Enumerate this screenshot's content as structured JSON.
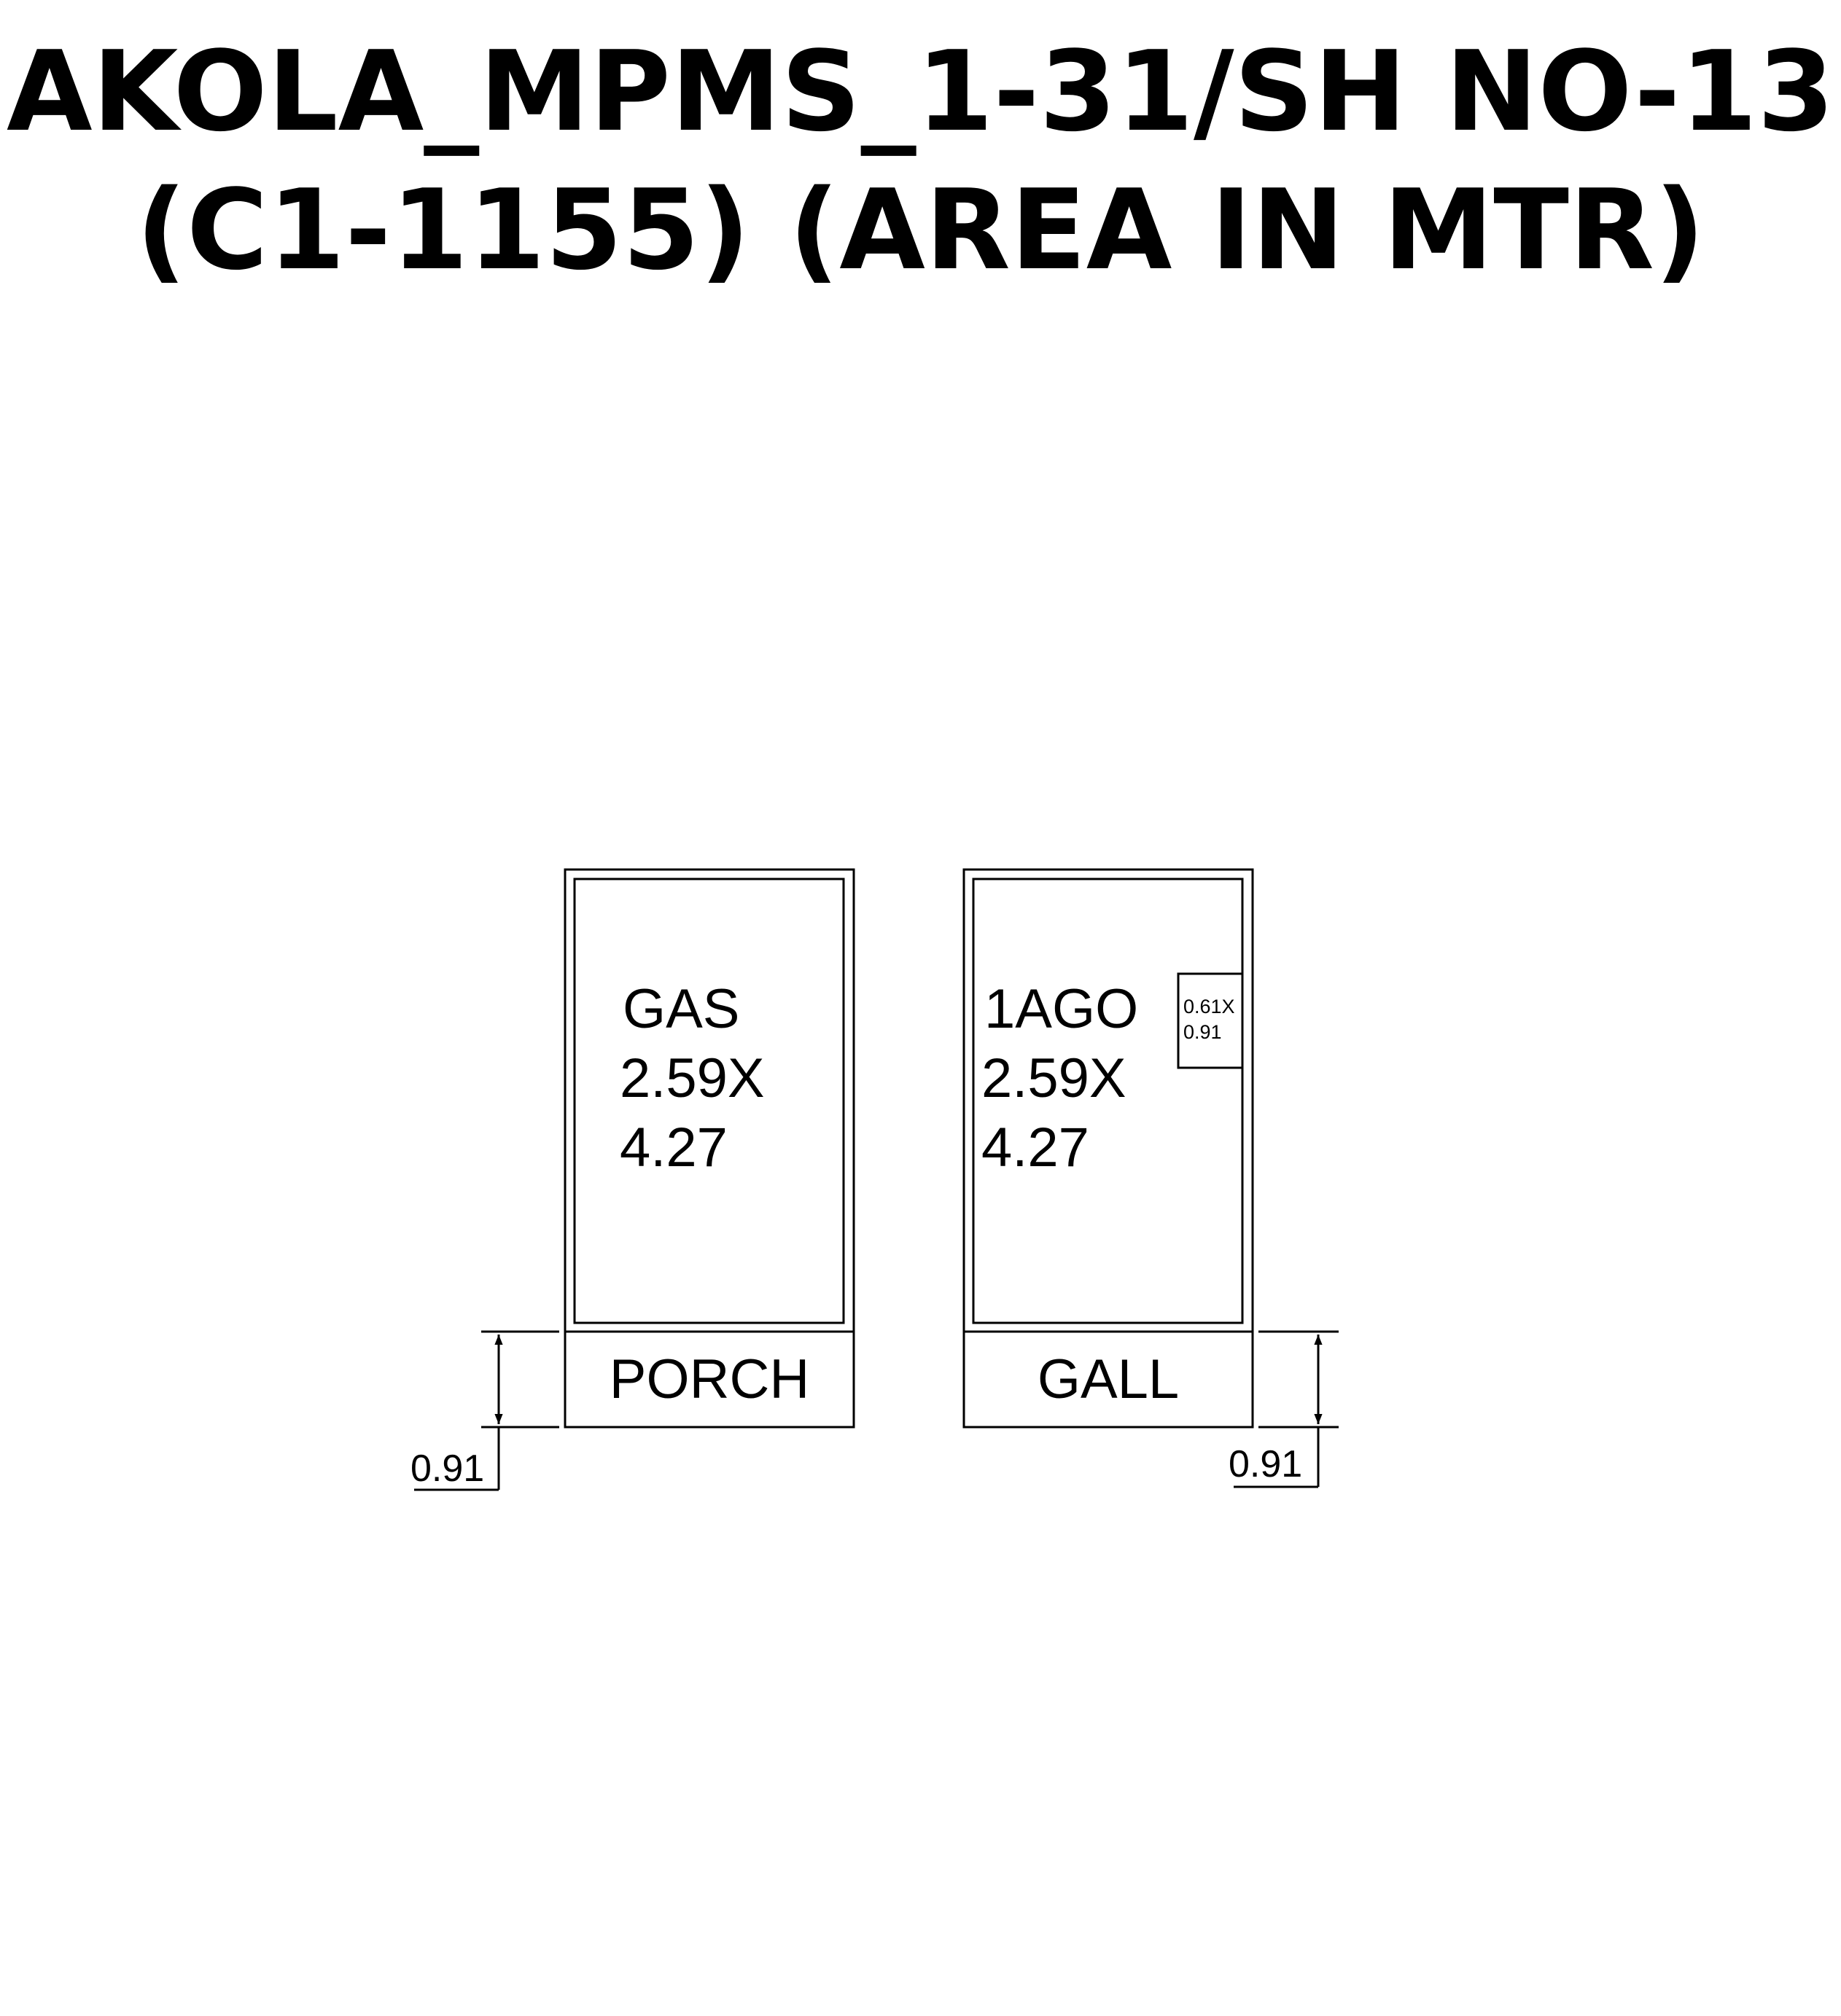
{
  "title": {
    "line1": "AKOLA_MPMS_1-31/SH NO-13",
    "line2": "(C1-1155) (AREA IN MTR)"
  },
  "rooms": {
    "gas": {
      "name": "GAS",
      "width": "2.59X",
      "length": "4.27"
    },
    "ago": {
      "name": "1AGO",
      "width": "2.59X",
      "length": "4.27",
      "inset": {
        "width": "0.61X",
        "length": "0.91"
      }
    },
    "porch": {
      "name": "PORCH",
      "dimension": "0.91"
    },
    "gall": {
      "name": "GALL",
      "dimension": "0.91"
    }
  },
  "colors": {
    "line": "#000000",
    "background": "#ffffff"
  }
}
